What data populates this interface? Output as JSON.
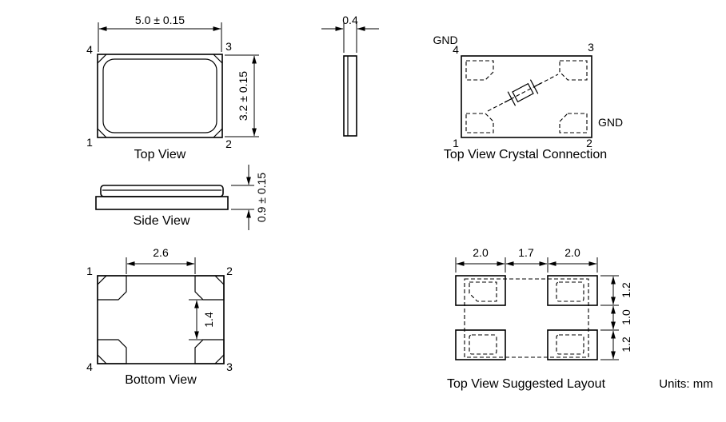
{
  "units": "Units: mm",
  "views": {
    "top": {
      "label": "Top View",
      "dim_width": "5.0 ± 0.15",
      "dim_height": "3.2 ± 0.15",
      "pin_tl": "4",
      "pin_tr": "3",
      "pin_bl": "1",
      "pin_br": "2"
    },
    "endv": {
      "dim_width": "0.4"
    },
    "conn": {
      "label": "Top View Crystal Connection",
      "gnd_top": "GND",
      "gnd_right": "GND",
      "pin_tl": "4",
      "pin_tr": "3",
      "pin_bl": "1",
      "pin_br": "2"
    },
    "side": {
      "label": "Side View",
      "dim_height": "0.9 ± 0.15"
    },
    "bottom": {
      "label": "Bottom View",
      "dim_gap": "2.6",
      "dim_vgap": "1.4",
      "pin_tl": "1",
      "pin_tr": "2",
      "pin_bl": "4",
      "pin_br": "3"
    },
    "layout": {
      "label": "Top View Suggested Layout",
      "dim_col_left": "2.0",
      "dim_col_mid": "1.7",
      "dim_col_right": "2.0",
      "dim_row_top": "1.2",
      "dim_row_mid": "1.0",
      "dim_row_bottom": "1.2"
    }
  }
}
